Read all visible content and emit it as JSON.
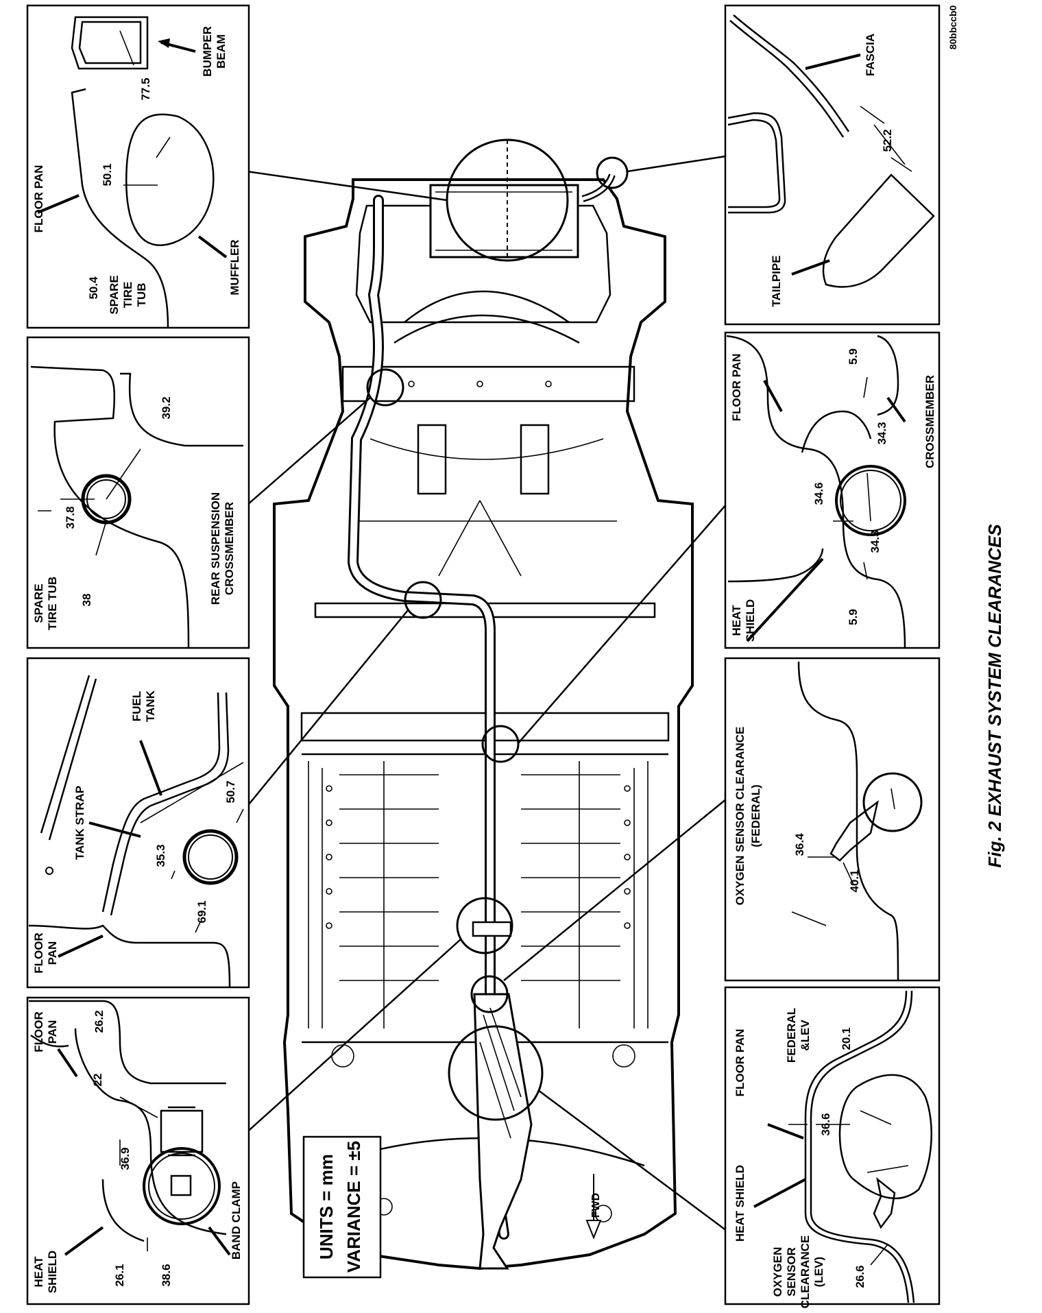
{
  "figure": {
    "caption": "Fig. 2 EXHAUST SYSTEM CLEARANCES",
    "code": "80bbccb0",
    "units_line": "UNITS = mm",
    "variance_line": "VARIANCE = ±5",
    "fwd_label": "FWD"
  },
  "panels": {
    "muffler": {
      "labels": [
        "BUMPER",
        "BEAM",
        "FLOOR PAN",
        "SPARE",
        "TIRE",
        "TUB",
        "MUFFLER"
      ],
      "values": [
        "77.5",
        "50.1",
        "50.4"
      ]
    },
    "rear_suspension": {
      "labels": [
        "SPARE",
        "TIRE TUB",
        "REAR SUSPENSION",
        "CROSSMEMBER"
      ],
      "values": [
        "39.2",
        "37.8",
        "38"
      ]
    },
    "fuel_tank": {
      "labels": [
        "FUEL",
        "TANK",
        "TANK STRAP",
        "FLOOR",
        "PAN"
      ],
      "values": [
        "50.7",
        "35.3",
        "69.1"
      ]
    },
    "band_clamp": {
      "labels": [
        "FLOOR",
        "PAN",
        "HEAT",
        "SHIELD",
        "BAND CLAMP"
      ],
      "values": [
        "26.2",
        "22",
        "36.9",
        "26.1",
        "38.6"
      ]
    },
    "tailpipe": {
      "labels": [
        "FASCIA",
        "TAILPIPE"
      ],
      "values": [
        "52.2"
      ]
    },
    "crossmember": {
      "labels": [
        "FLOOR PAN",
        "CROSSMEMBER",
        "HEAT",
        "SHIELD"
      ],
      "values": [
        "5.9",
        "34.3",
        "34.6",
        "34.3",
        "5.9"
      ]
    },
    "oxygen_federal": {
      "labels": [
        "OXYGEN SENSOR CLEARANCE",
        "(FEDERAL)"
      ],
      "values": [
        "36.4",
        "40.1"
      ]
    },
    "oxygen_lev": {
      "labels": [
        "FLOOR PAN",
        "FEDERAL",
        "&LEV",
        "HEAT SHIELD",
        "OXYGEN",
        "SENSOR",
        "CLEARANCE",
        "(LEV)"
      ],
      "values": [
        "20.1",
        "36.6",
        "26.6"
      ]
    }
  }
}
